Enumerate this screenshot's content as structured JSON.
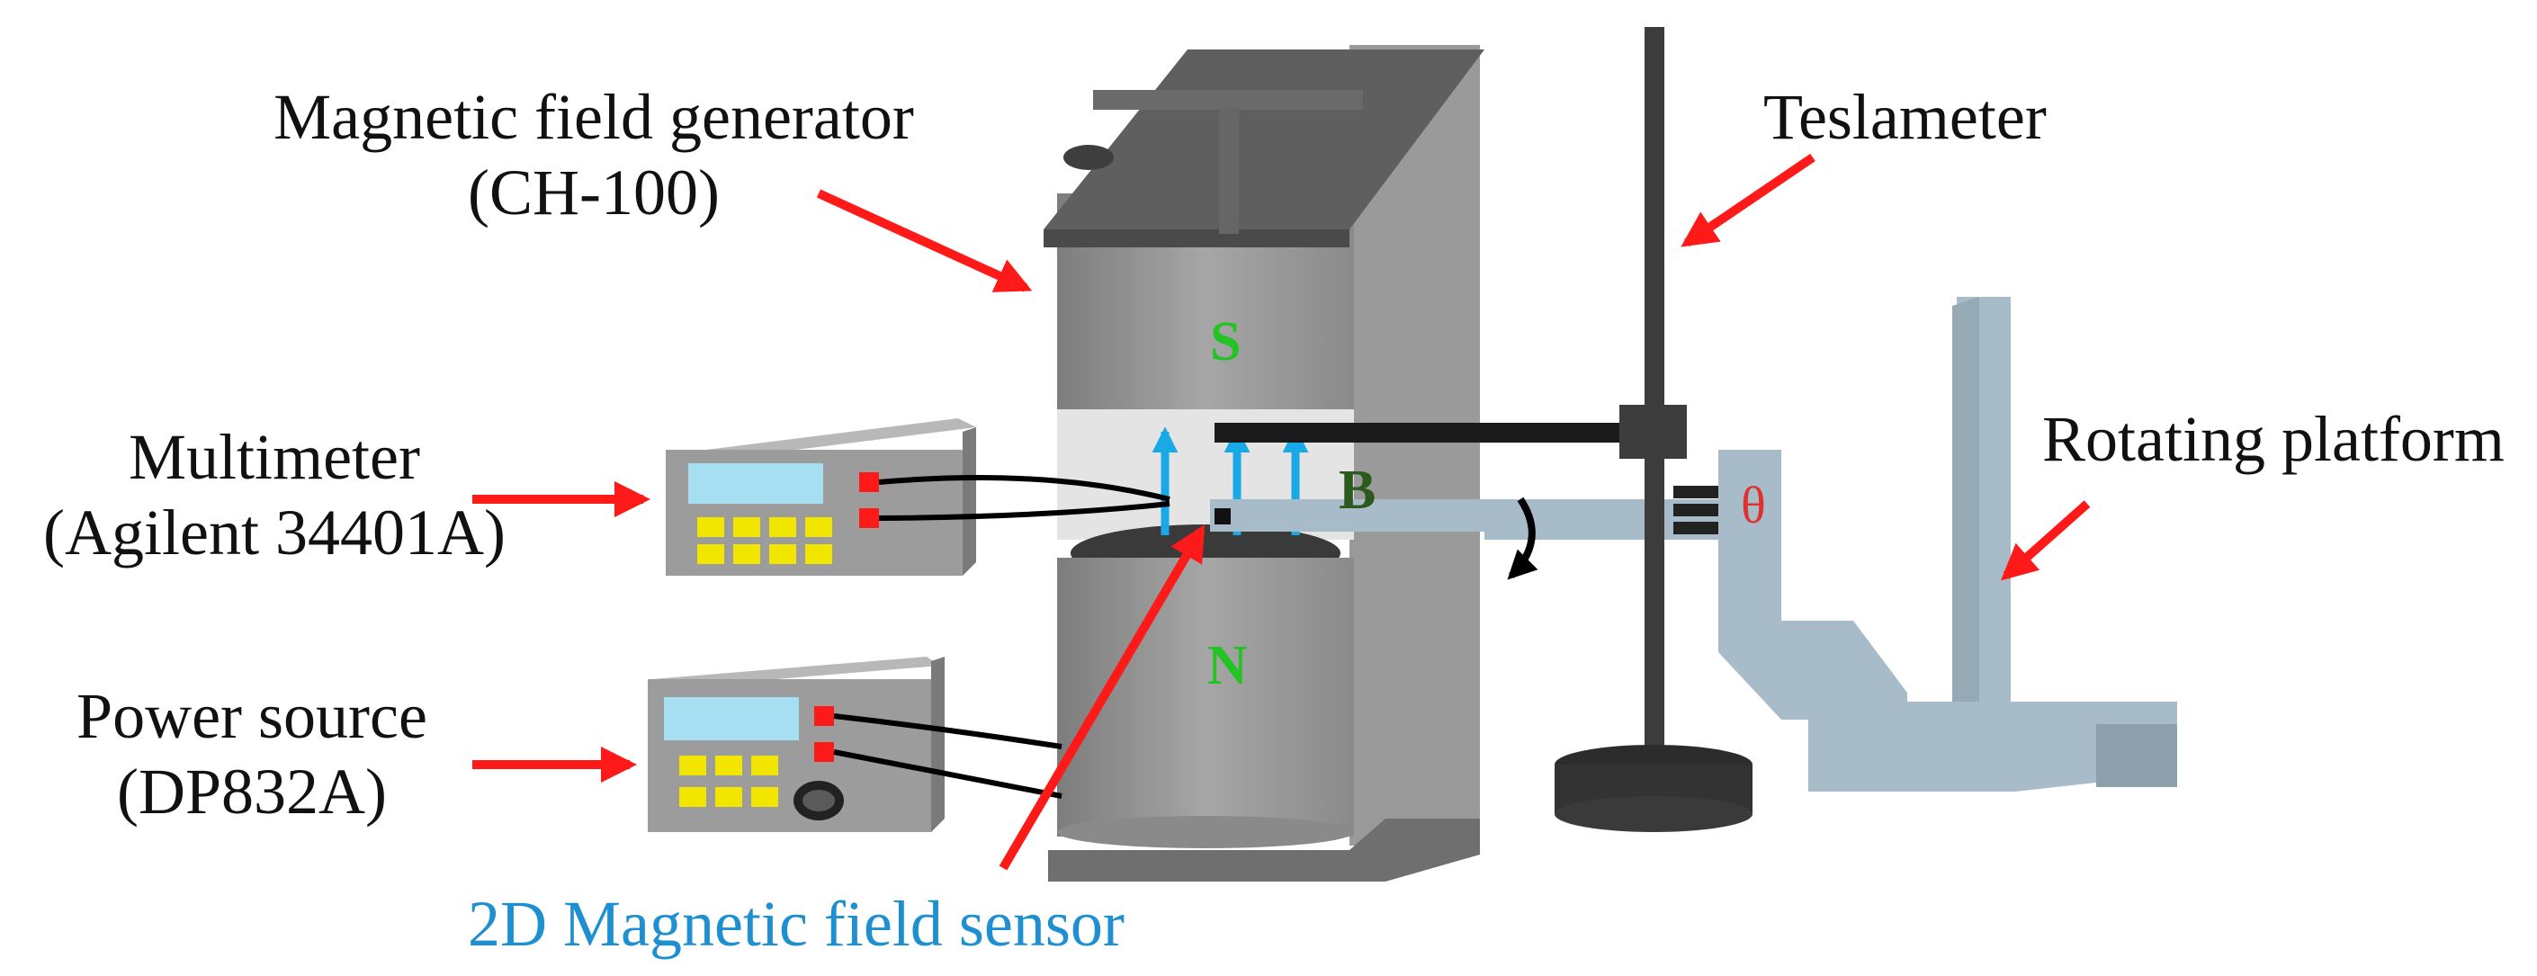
{
  "labels": {
    "generator_line1": "Magnetic field generator",
    "generator_line2": "(CH-100)",
    "teslameter": "Teslameter",
    "multimeter_line1": "Multimeter",
    "multimeter_line2": "(Agilent 34401A)",
    "power_line1": "Power source",
    "power_line2": "(DP832A)",
    "rotating": "Rotating platform",
    "sensor": "2D Magnetic field sensor"
  },
  "symbols": {
    "south_pole": "S",
    "north_pole": "N",
    "field": "B",
    "angle": "θ"
  },
  "colors": {
    "arrow": "#ff1a1a",
    "field_arrow": "#19a9e6",
    "pole_letter": "#22c322",
    "field_letter": "#2c5a1c",
    "angle_letter": "#e03030",
    "sensor_label": "#1e8fd0",
    "device_grey": "#8e8e8e"
  }
}
